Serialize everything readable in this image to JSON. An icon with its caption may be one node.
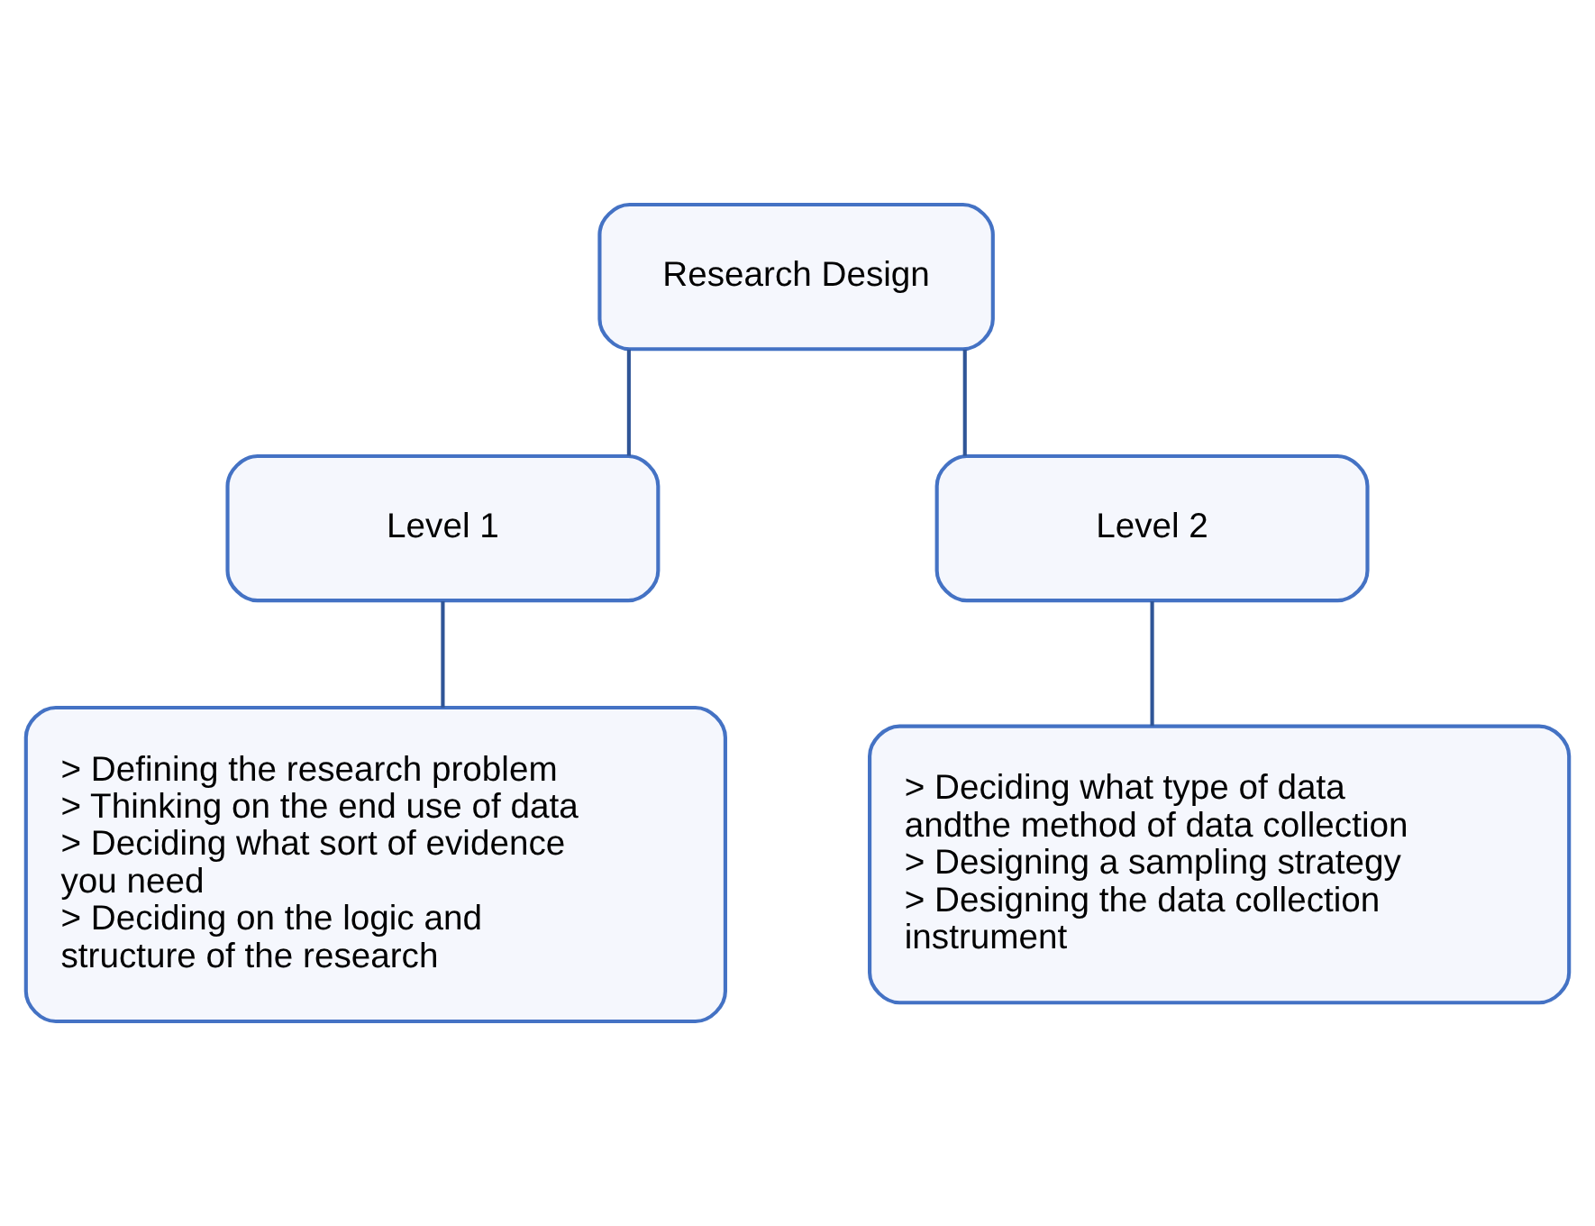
{
  "diagram": {
    "nodes": [
      {
        "text": [
          "Research Design"
        ]
      },
      {
        "text": [
          "Level 1"
        ]
      },
      {
        "text": [
          "Level 2"
        ]
      },
      {
        "text": [
          "> Defining the research problem",
          "> Thinking on the end use of data",
          "> Deciding what sort of evidence you need",
          "> Deciding on the logic and structure of the research"
        ]
      },
      {
        "text": [
          "> Deciding what type of data andthe method of data collection",
          "> Designing a sampling strategy",
          "> Designing the data collection instrument"
        ]
      }
    ],
    "edges": [
      {
        "from": 0,
        "to": 1,
        "arrow": "none"
      },
      {
        "from": 0,
        "to": 2,
        "arrow": "none"
      },
      {
        "from": 1,
        "to": 3,
        "arrow": "none"
      },
      {
        "from": 2,
        "to": 4,
        "arrow": "none"
      }
    ]
  }
}
